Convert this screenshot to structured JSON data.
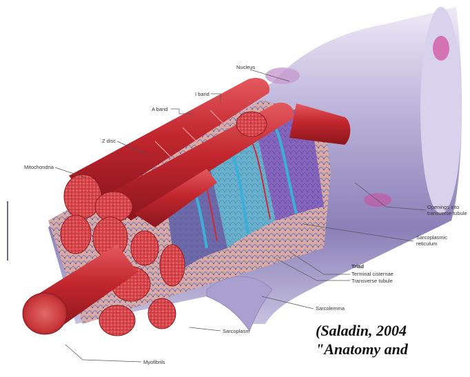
{
  "diagram": {
    "labels": {
      "nucleus": "Nucleus",
      "i_band": "I band",
      "a_band": "A band",
      "z_disc": "Z disc",
      "mitochondria": "Mitochondria",
      "openings": [
        "Openings into",
        "transverse tubule"
      ],
      "sarcoplasmic_reticulum": [
        "Sarcoplasmic",
        "reticulum"
      ],
      "triad": "Triad",
      "terminal_cisternae": "Terminal cisternae",
      "transverse_tubule": "Transverse tubule",
      "sarcolemma": "Sarcolemma",
      "sarcoplasm": "Sarcoplasm",
      "myofibrils": "Myofibrils"
    },
    "citation": [
      "(Saladin, 2004",
      "\"Anatomy and"
    ],
    "colors": {
      "sheath": "#8a7fb8",
      "sheath_light": "#d9d3ea",
      "myofibril": "#c2262e",
      "myofibril_dark": "#8e1a20",
      "sr_blue": "#3ab0d8",
      "sr_purple": "#6a4fc0",
      "ttubule_red": "#d0283a",
      "nucleus_pink": "#d24a9c"
    }
  }
}
